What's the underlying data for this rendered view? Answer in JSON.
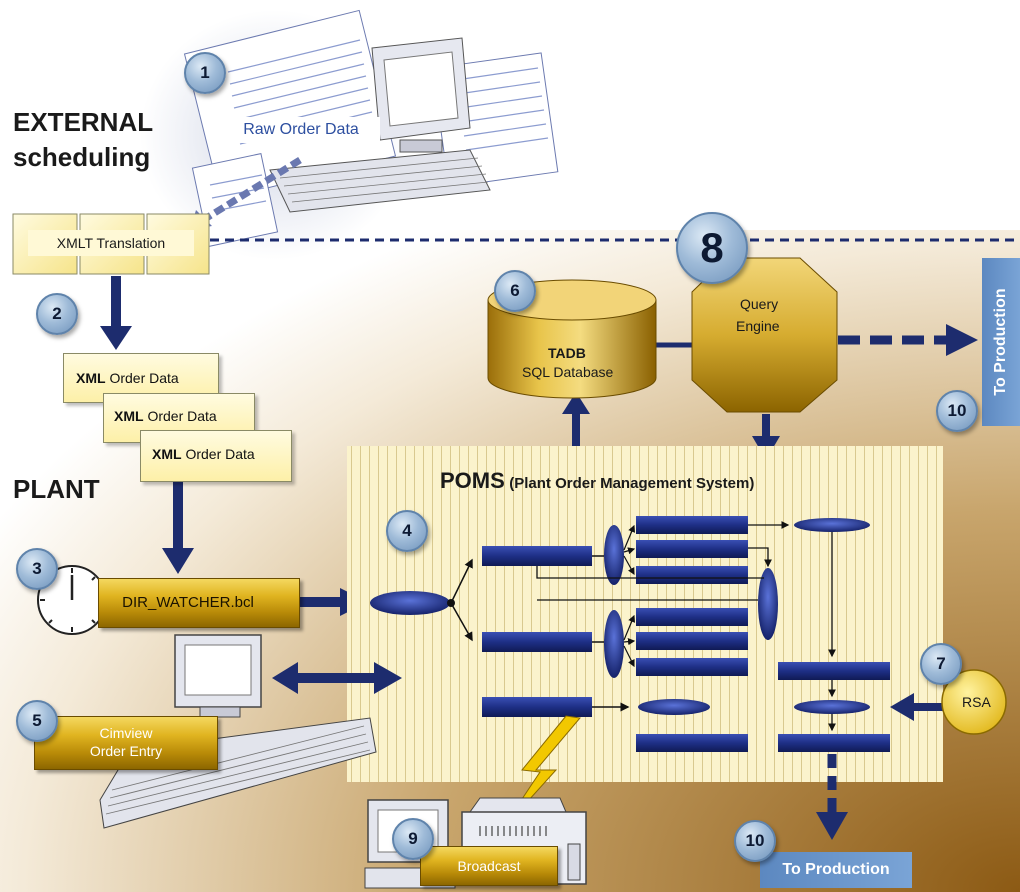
{
  "headings": {
    "external_line1": "EXTERNAL",
    "external_line2": "scheduling",
    "plant": "PLANT"
  },
  "nodes": {
    "raw_order_data": "Raw Order Data",
    "xmlt_translation": "XMLT Translation",
    "xml_order_data": [
      {
        "prefix": "XML",
        "suffix": "Order Data"
      },
      {
        "prefix": "XML",
        "suffix": "Order Data"
      },
      {
        "prefix": "XML",
        "suffix": "Order Data"
      }
    ],
    "dir_watcher": "DIR_WATCHER.bcl",
    "cimview_line1": "Cimview",
    "cimview_line2": "Order Entry",
    "tadb_line1": "TADB",
    "tadb_line2": "SQL Database",
    "query_engine_line1": "Query",
    "query_engine_line2": "Engine",
    "to_production_top": "To Production",
    "to_production_bottom": "To Production",
    "poms_title": "POMS",
    "poms_subtitle": "(Plant Order Management System)",
    "rsa": "RSA",
    "broadcast": "Broadcast"
  },
  "badges": {
    "b1": "1",
    "b2": "2",
    "b3": "3",
    "b4": "4",
    "b5": "5",
    "b6": "6",
    "b7": "7",
    "b8": "8",
    "b9": "9",
    "b10_top": "10",
    "b10_bottom": "10"
  },
  "colors": {
    "arrow": "#1d2c6e",
    "gold": "#c99a10",
    "badge": "#9fbbd8",
    "poms_bg": "#f7efc4",
    "tab": "#6a96cc",
    "ellipse": "#1e2f86"
  }
}
